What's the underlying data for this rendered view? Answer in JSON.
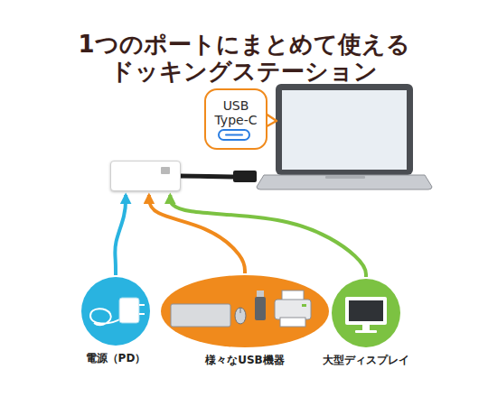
{
  "diagram": {
    "title": "1つのポートにまとめて使える ドッキングステーション",
    "nodes": [
      {
        "text": [
          "USB Type-C"
        ]
      },
      {
        "text": []
      },
      {
        "text": [
          "電源（PD）"
        ]
      },
      {
        "text": [
          "様々なUSB機器"
        ]
      },
      {
        "text": [
          "大型ディスプレイ"
        ]
      }
    ],
    "edges": [
      {
        "from": 2,
        "to": 1,
        "arrow": "to"
      },
      {
        "from": 3,
        "to": 1,
        "arrow": "to"
      },
      {
        "from": 4,
        "to": 1,
        "arrow": "to"
      }
    ]
  }
}
